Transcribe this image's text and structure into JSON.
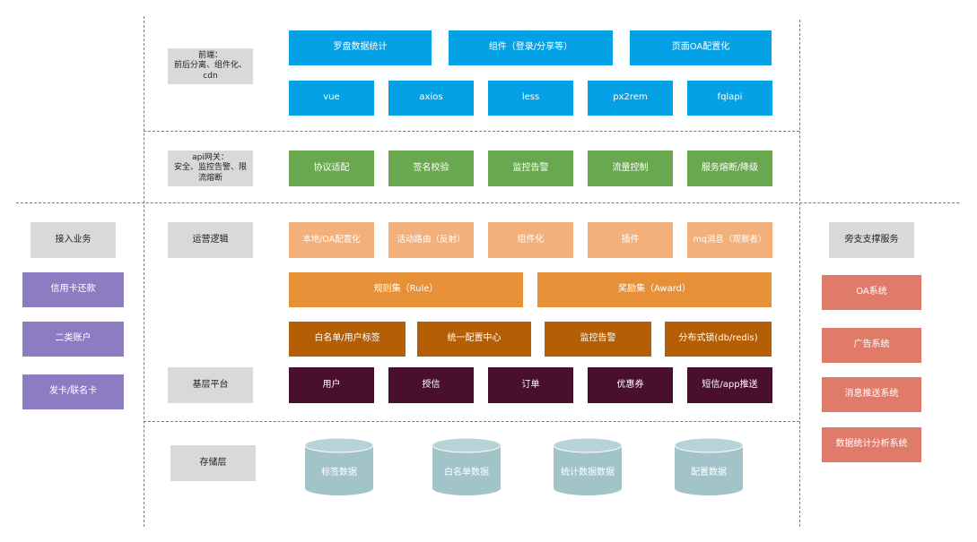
{
  "layers": {
    "frontend": "前端：\n前后分离、组件化、\ncdn",
    "api_gateway": "api网关：\n安全、监控告警、限\n流熔断",
    "ops_logic": "运营逻辑",
    "base_platform": "基层平台",
    "storage": "存储层"
  },
  "frontend_row1": [
    "罗盘数据统计",
    "组件（登录/分享等）",
    "页面OA配置化"
  ],
  "frontend_row2": [
    "vue",
    "axios",
    "less",
    "px2rem",
    "fqlapi"
  ],
  "gateway_row": [
    "协议适配",
    "签名校验",
    "监控告警",
    "流量控制",
    "服务熔断/降级"
  ],
  "ops_row1": [
    "本地/OA配置化",
    "活动路由（反射）",
    "组件化",
    "插件",
    "mq消息（观察者）"
  ],
  "ops_row2": [
    "规则集（Rule）",
    "奖励集（Award）"
  ],
  "ops_row3": [
    "白名单/用户标签",
    "统一配置中心",
    "监控告警",
    "分布式锁(db/redis)"
  ],
  "base_row": [
    "用户",
    "授信",
    "订单",
    "优惠券",
    "短信/app推送"
  ],
  "storage_items": [
    "标签数据",
    "白名单数据",
    "统计数据数据",
    "配置数据"
  ],
  "left_panel": {
    "title": "接入业务",
    "items": [
      "信用卡还款",
      "二类账户",
      "发卡/联名卡"
    ]
  },
  "right_panel": {
    "title": "旁支支撑服务",
    "items": [
      "OA系统",
      "广告系统",
      "消息推送系统",
      "数据统计分析系统"
    ]
  },
  "colors": {
    "blue": "#04a1e6",
    "green": "#6aa84f",
    "light_orange": "#f4b07a",
    "orange": "#e69138",
    "dark_orange": "#b45f06",
    "maroon": "#4a0f2e",
    "purple": "#8e7cc3",
    "salmon": "#e07b6a",
    "gray": "#d9d9d9",
    "cylinder": "#a2c4c9"
  }
}
